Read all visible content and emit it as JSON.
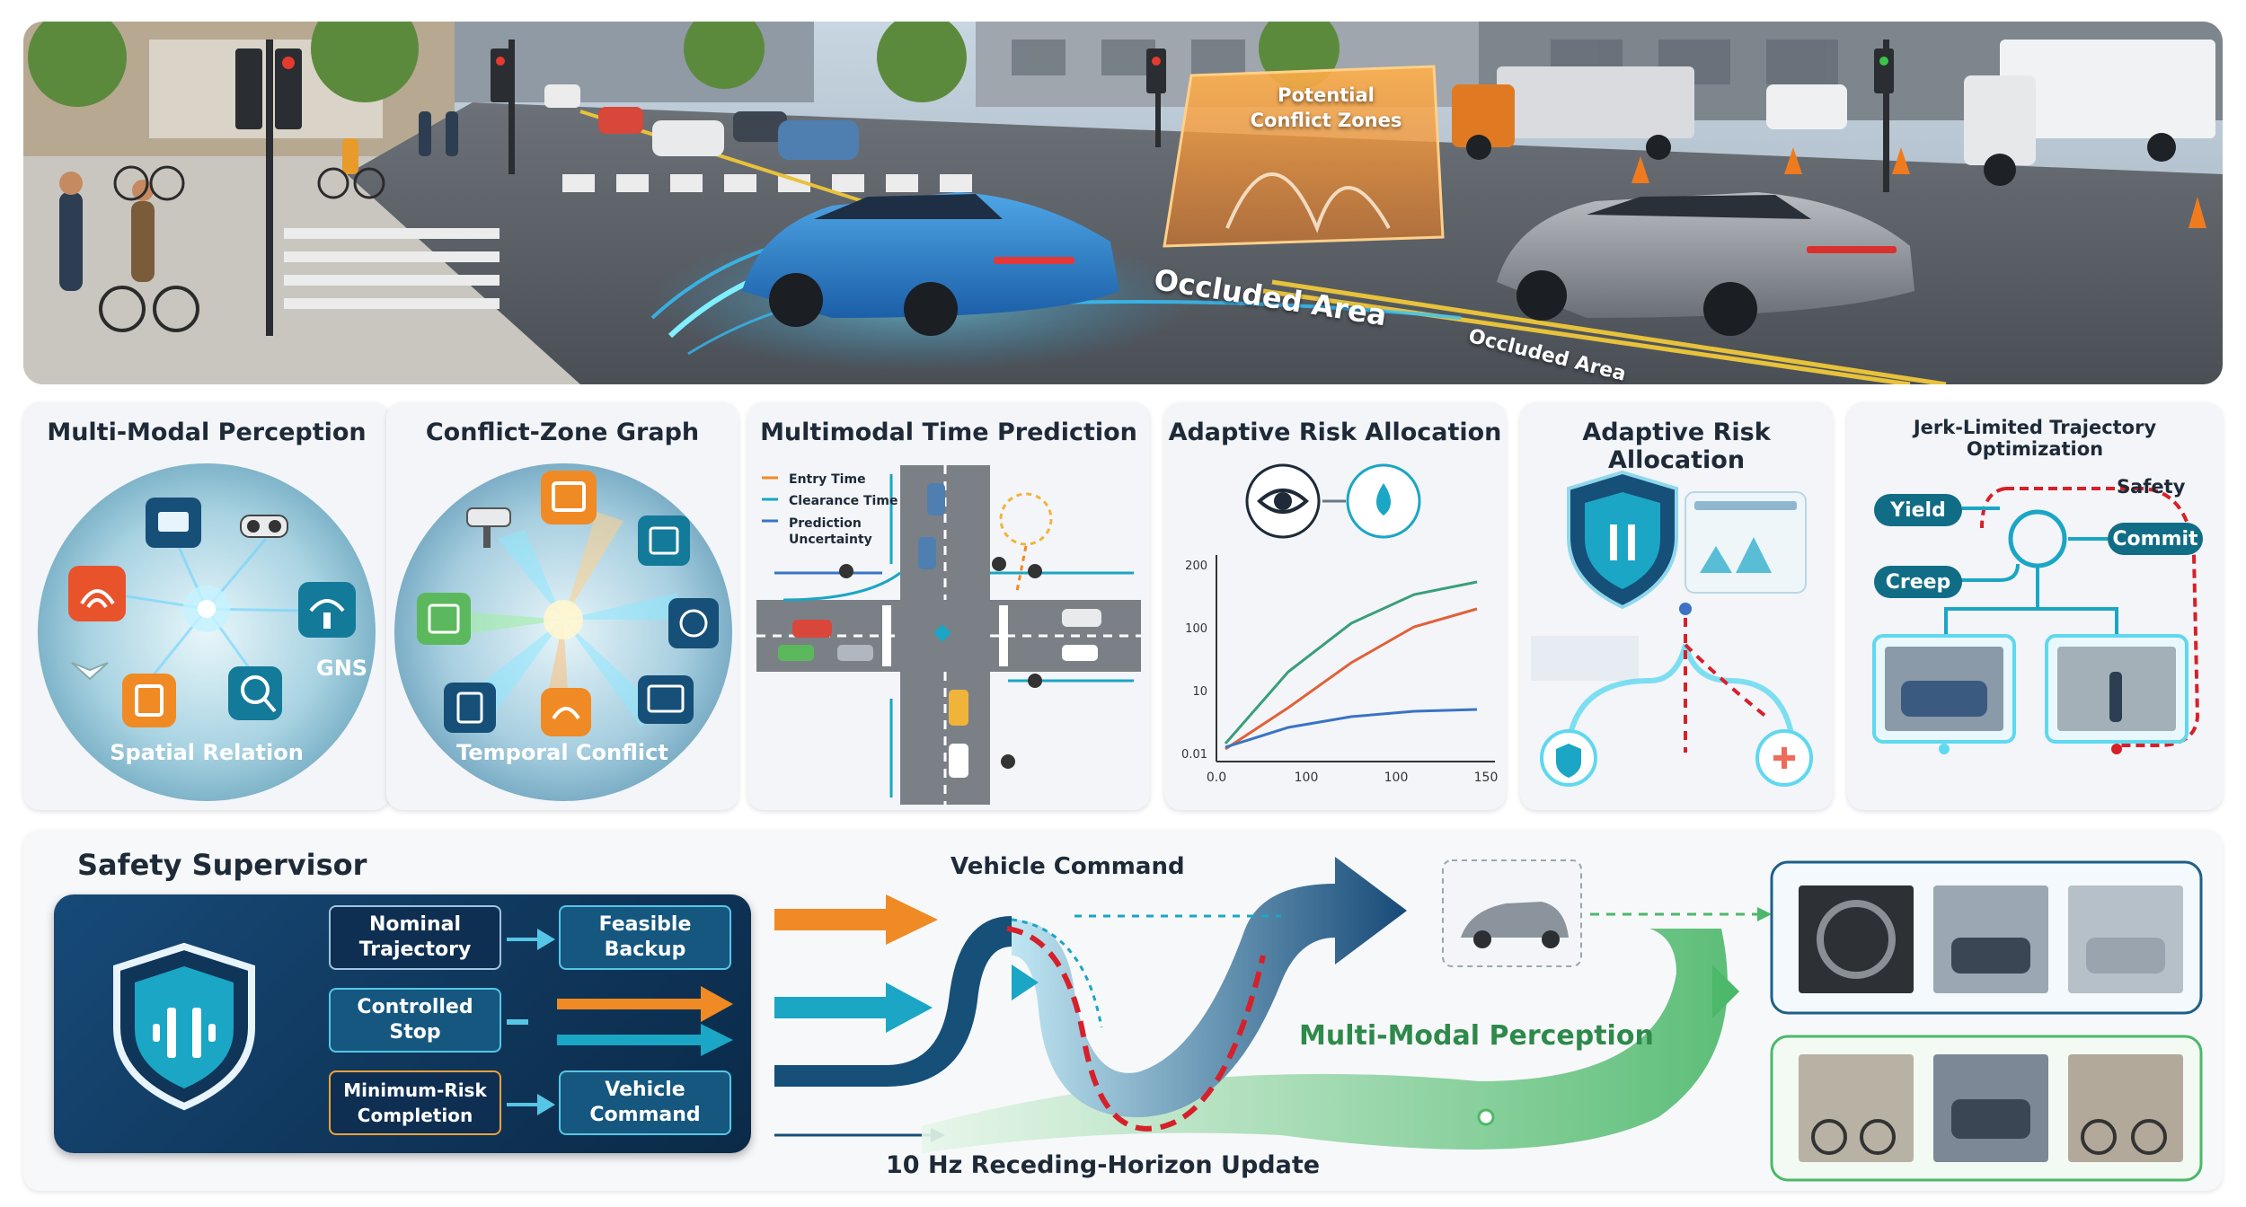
{
  "scene": {
    "labels": {
      "potential_conflict": "Potential Conflict Zones",
      "occluded_big": "Occluded Area",
      "occluded_small": "Occluded Area"
    }
  },
  "panels": {
    "p1": {
      "title": "Multi-Modal Perception",
      "sensor_label": "GNS",
      "bottom_label": "Spatial Relation"
    },
    "p2": {
      "title": "Conflict-Zone Graph",
      "bottom_label": "Temporal Conflict"
    },
    "p3": {
      "title": "Multimodal Time Prediction",
      "legend": [
        "Entry Time",
        "Clearance Time",
        "Prediction Uncertainty"
      ]
    },
    "p4": {
      "title": "Adaptive Risk Allocation"
    },
    "p5": {
      "title": "Adaptive Risk Allocation"
    },
    "p6": {
      "title": "Jerk-Limited Trajectory Optimization",
      "safety": "Safety",
      "yield": "Yield",
      "commit": "Commit",
      "creep": "Creep"
    }
  },
  "chart_data": {
    "type": "line",
    "title": "",
    "x_tick_labels": [
      "0.0",
      "100",
      "100",
      "150"
    ],
    "y_tick_labels": [
      "200",
      "100",
      "10",
      "0.01"
    ],
    "series": [
      {
        "color": "#3a9e7a",
        "values": [
          0.05,
          0.45,
          0.72,
          0.88,
          0.95
        ]
      },
      {
        "color": "#e0613a",
        "values": [
          0.02,
          0.25,
          0.5,
          0.7,
          0.8
        ]
      },
      {
        "color": "#3a73c4",
        "values": [
          0.03,
          0.14,
          0.2,
          0.23,
          0.24
        ]
      }
    ]
  },
  "bottom": {
    "supervisor_title": "Safety Supervisor",
    "buttons": {
      "nominal": "Nominal Trajectory",
      "feasible": "Feasible Backup",
      "controlled": "Controlled Stop",
      "minimum": "Minimum-Risk Completion",
      "vehicle": "Vehicle Command"
    },
    "vehicle_command_label": "Vehicle Command",
    "mm_perception_label": "Multi-Modal Perception",
    "update_label": "10 Hz Receding-Horizon Update"
  },
  "colors": {
    "navy": "#0f3559",
    "teal": "#1aa6c4",
    "orange": "#f08a24",
    "green": "#4cb86a",
    "red": "#d6202a"
  }
}
